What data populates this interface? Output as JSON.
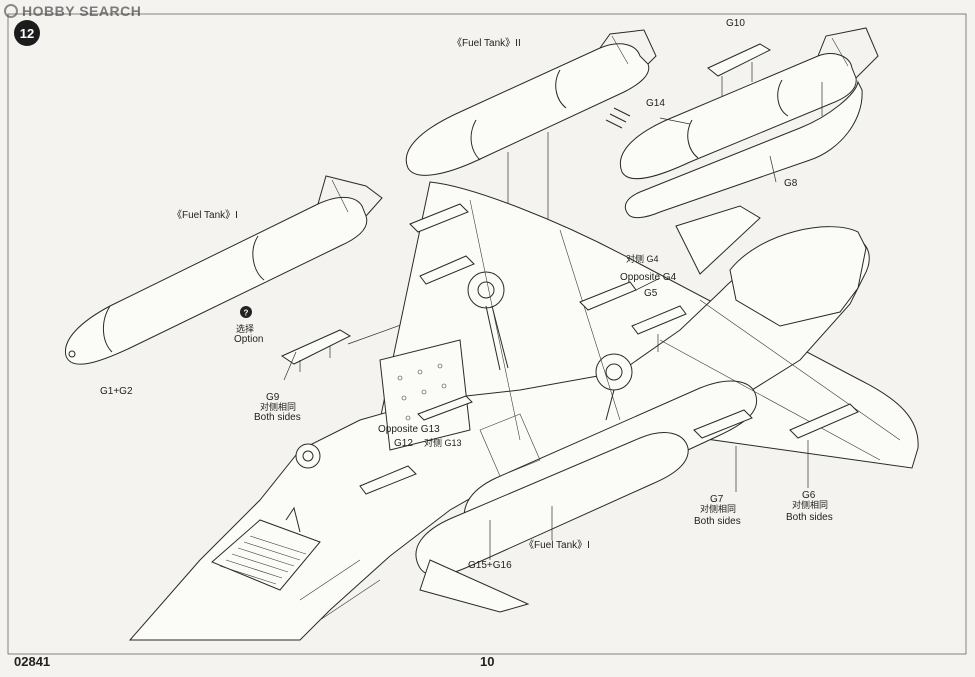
{
  "watermark": {
    "text": "HOBBY SEARCH"
  },
  "step": {
    "number": "12"
  },
  "footer": {
    "code": "02841",
    "page": "10"
  },
  "callouts": {
    "fuel_tank_ii": "《Fuel Tank》II",
    "fuel_tank_i_top": "《Fuel Tank》I",
    "fuel_tank_i_bottom": "《Fuel Tank》I",
    "g10": "G10",
    "g14": "G14",
    "g8": "G8",
    "g1g2": "G1+G2",
    "option_cn": "选择",
    "option_en": "Option",
    "g9": "G9",
    "g9_both_cn": "对侧相同",
    "g9_both_en": "Both sides",
    "g4_cn": "对侧 G4",
    "g4_en": "Opposite G4",
    "g5": "G5",
    "g13_en": "Opposite G13",
    "g12": "G12",
    "g13_cn": "对侧 G13",
    "g7": "G7",
    "g7_both_cn": "对侧相同",
    "g7_both_en": "Both sides",
    "g6": "G6",
    "g6_both_cn": "对侧相同",
    "g6_both_en": "Both sides",
    "g15g16": "G15+G16"
  },
  "icons": {
    "option_marker": "question-icon"
  }
}
